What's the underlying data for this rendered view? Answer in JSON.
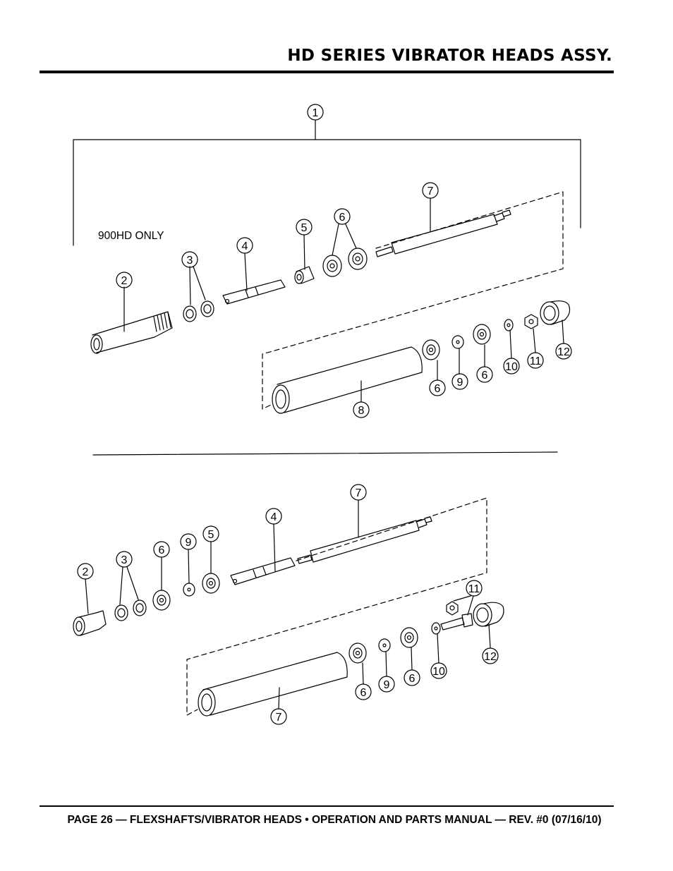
{
  "page": {
    "title": "HD SERIES VIBRATOR HEADS ASSY.",
    "footer": "PAGE 26 — FLEXSHAFTS/VIBRATOR HEADS • OPERATION AND PARTS MANUAL — REV. #0 (07/16/10)"
  },
  "diagram_top": {
    "note": "900HD ONLY",
    "callouts": {
      "c1": "1",
      "c2": "2",
      "c3": "3",
      "c4": "4",
      "c5": "5",
      "c6a": "6",
      "c7": "7",
      "c6b": "6",
      "c9": "9",
      "c6c": "6",
      "c10": "10",
      "c11": "11",
      "c12": "12",
      "c8": "8"
    }
  },
  "diagram_bottom": {
    "callouts": {
      "c7a": "7",
      "c4": "4",
      "c6a": "6",
      "c9a": "9",
      "c5": "5",
      "c2": "2",
      "c3": "3",
      "c11": "11",
      "c12": "12",
      "c6b": "6",
      "c9b": "9",
      "c6c": "6",
      "c10": "10",
      "c7b": "7"
    }
  }
}
